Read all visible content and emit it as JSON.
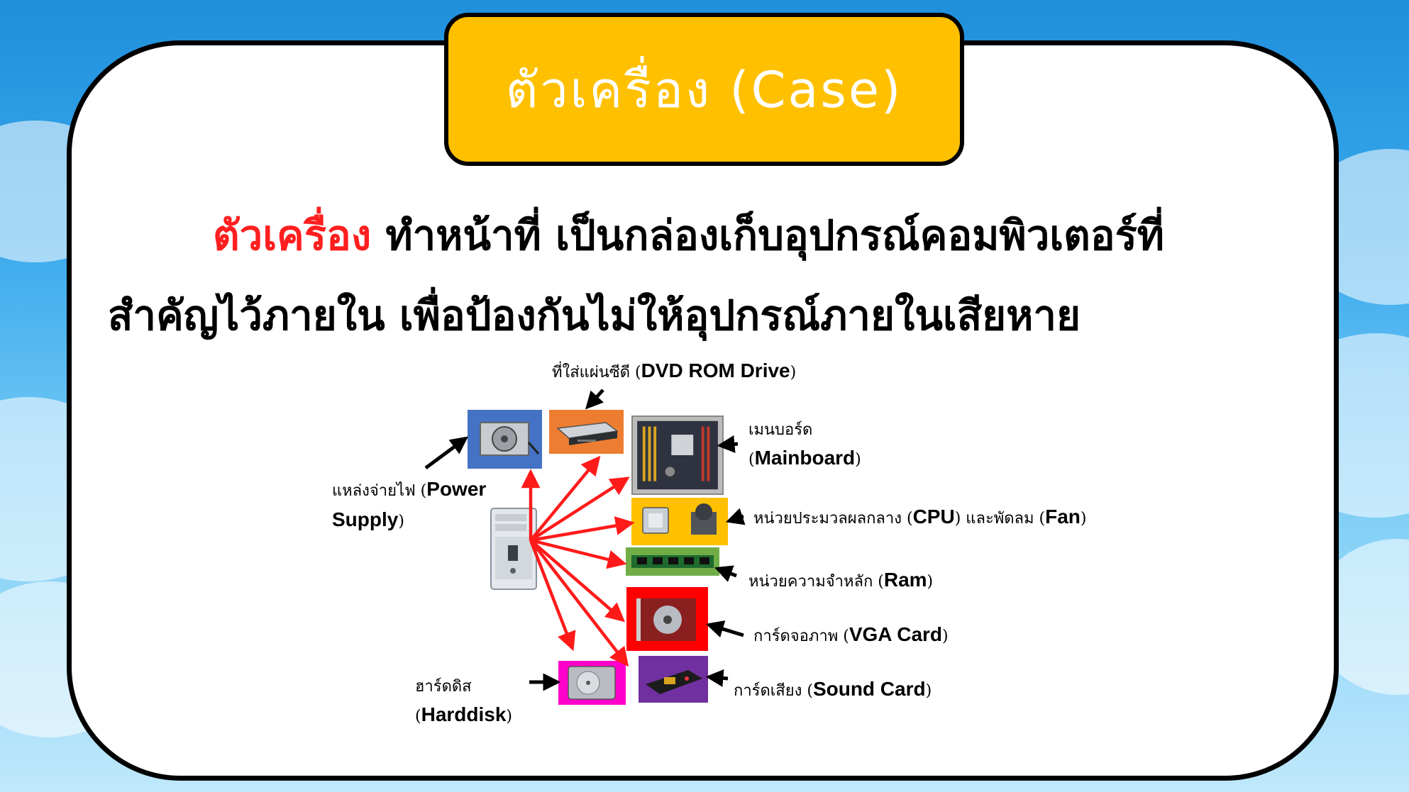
{
  "slide": {
    "title": "ตัวเครื่อง (Case)",
    "description": {
      "highlight": "ตัวเครื่อง",
      "line1_rest": " ทำหน้าที่ เป็นกล่องเก็บอุปกรณ์คอมพิวเตอร์ที่",
      "line2": "สำคัญไว้ภายใน เพื่อป้องกันไม่ให้อุปกรณ์ภายในเสียหาย"
    },
    "colors": {
      "title_bg": "#ffc000",
      "highlight": "#ff1f1f",
      "arrow": "#ff1a1a",
      "power_supply_bg": "#4472c4",
      "dvd_bg": "#ed7d31",
      "cpu_bg": "#ffc000",
      "ram_bg": "#70ad47",
      "vga_bg": "#ff0000",
      "sound_bg": "#7030a0",
      "harddisk_bg": "#ff00cc"
    }
  },
  "diagram": {
    "power_supply": {
      "thai": "แหล่งจ่ายไฟ (",
      "en_1": "Power",
      "en_2": "Supply",
      "close": ")"
    },
    "dvd": {
      "thai": "ที่ใส่แผ่นซีดี (",
      "en": "DVD ROM Drive",
      "close": ")"
    },
    "mainboard": {
      "thai": "เมนบอร์ด",
      "open": "(",
      "en": "Mainboard",
      "close": ")"
    },
    "cpu": {
      "thai": "หน่วยประมวลผลกลาง (",
      "en": "CPU",
      "mid": ") และพัดลม (",
      "en2": "Fan",
      "close": ")"
    },
    "ram": {
      "thai": "หน่วยความจำหลัก (",
      "en": "Ram",
      "close": ")"
    },
    "vga": {
      "thai": "การ์ดจอภาพ (",
      "en": "VGA Card",
      "close": ")"
    },
    "sound": {
      "thai": "การ์ดเสียง (",
      "en": "Sound Card",
      "close": ")"
    },
    "harddisk": {
      "thai": "ฮาร์ดดิส",
      "open": "(",
      "en": "Harddisk",
      "close": ")"
    }
  }
}
